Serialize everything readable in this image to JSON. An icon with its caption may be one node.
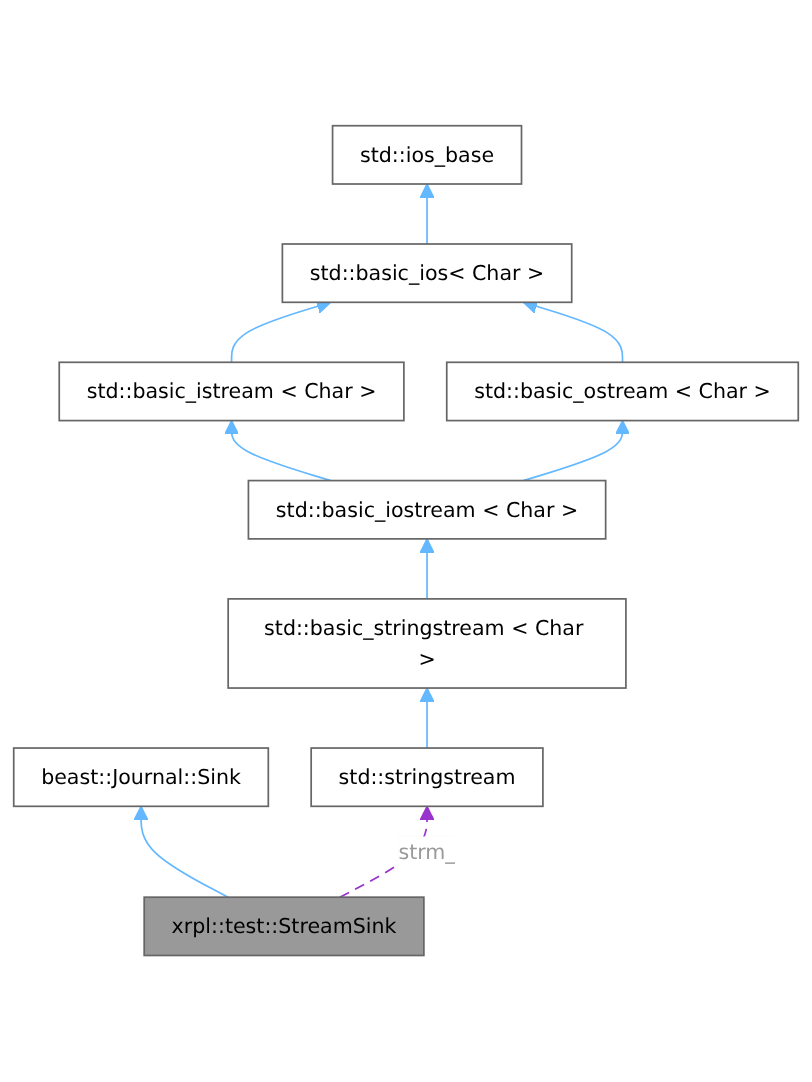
{
  "diagram": {
    "nodes": [
      {
        "text": [
          "std::ios_base"
        ]
      },
      {
        "text": [
          "std::basic_ios< Char >"
        ]
      },
      {
        "text": [
          "std::basic_istream < Char >"
        ]
      },
      {
        "text": [
          "std::basic_ostream < Char >"
        ]
      },
      {
        "text": [
          "std::basic_iostream < Char >"
        ]
      },
      {
        "text": [
          "std::basic_stringstream < Char >"
        ]
      },
      {
        "text": [
          "beast::Journal::Sink"
        ]
      },
      {
        "text": [
          "std::stringstream"
        ]
      },
      {
        "text": [
          "xrpl::test::StreamSink"
        ]
      }
    ],
    "edges": [
      {
        "from": 1,
        "to": 0,
        "arrow": "to"
      },
      {
        "from": 2,
        "to": 1,
        "arrow": "to"
      },
      {
        "from": 3,
        "to": 1,
        "arrow": "to"
      },
      {
        "from": 4,
        "to": 2,
        "arrow": "to"
      },
      {
        "from": 4,
        "to": 3,
        "arrow": "to"
      },
      {
        "from": 5,
        "to": 4,
        "arrow": "to"
      },
      {
        "from": 7,
        "to": 5,
        "arrow": "to"
      },
      {
        "from": 8,
        "to": 6,
        "arrow": "to"
      },
      {
        "from": 8,
        "to": 7,
        "arrow": "to",
        "label": "strm_",
        "style": "dashed",
        "color": "#9a32cd"
      }
    ]
  }
}
